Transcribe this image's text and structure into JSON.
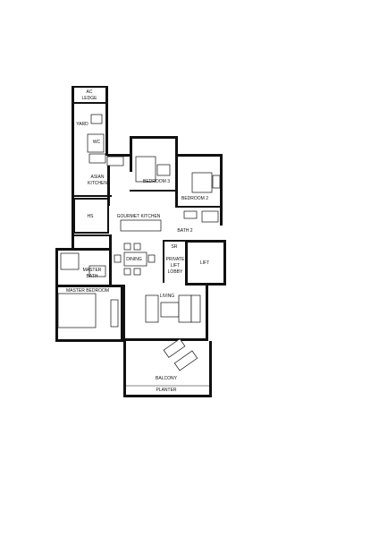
{
  "floor_plan": {
    "rooms": {
      "ac_ledge": "AC LEDGE",
      "yard": "YARD",
      "wc": "WC",
      "asian_kitchen": [
        "ASIAN",
        "KITCHEN"
      ],
      "bedroom_3": "BEDROOM 3",
      "bedroom_2": "BEDROOM 2",
      "household_shelter": "HS",
      "gourmet_kitchen": "GOURMET KITCHEN",
      "bath_2": "BATH 2",
      "store": "SR",
      "dining": "DINING",
      "private_lift_lobby": [
        "PRIVATE",
        "LIFT",
        "LOBBY"
      ],
      "lift": "LIFT",
      "master_bath": [
        "MASTER",
        "BATH"
      ],
      "master_bedroom": "MASTER BEDROOM",
      "living": "LIVING",
      "balcony": "BALCONY",
      "planter": "PLANTER"
    }
  }
}
